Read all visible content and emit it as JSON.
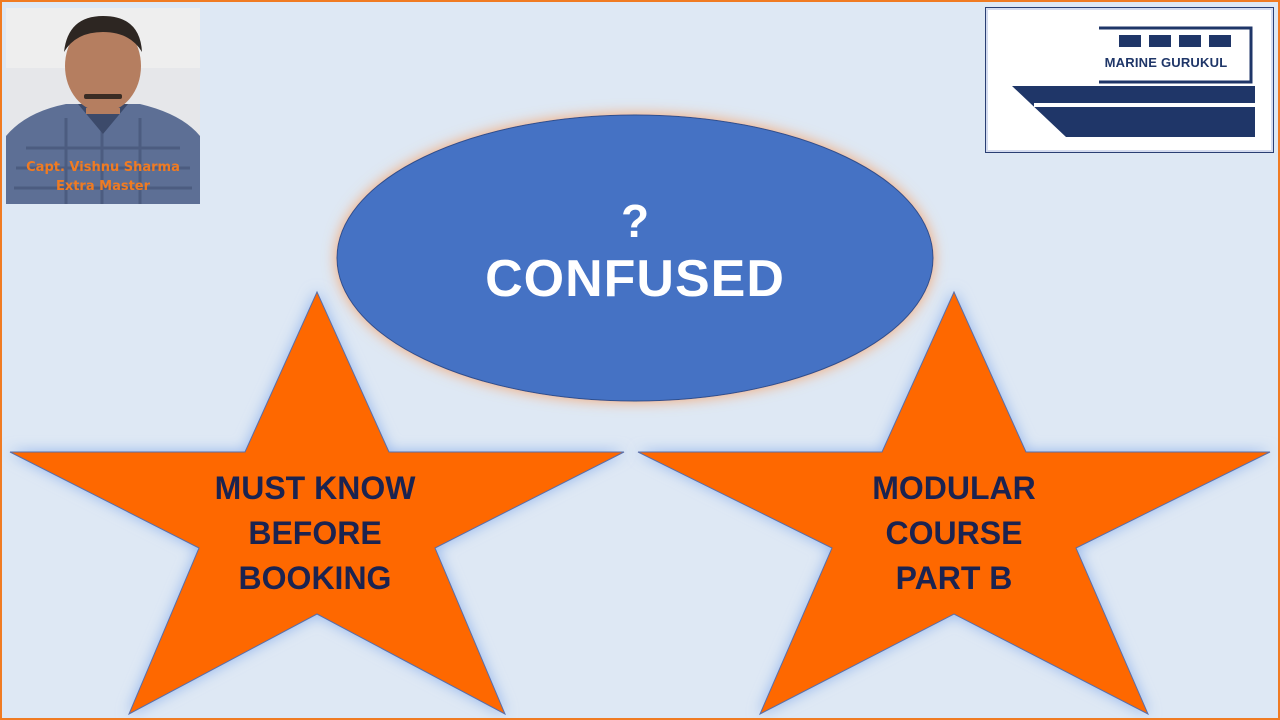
{
  "presenter": {
    "name": "Capt. Vishnu Sharma",
    "title": "Extra Master"
  },
  "logo": {
    "text": "MARINE GURUKUL",
    "icon": "ship-icon"
  },
  "center": {
    "question_mark": "?",
    "label": "CONFUSED"
  },
  "star_left": {
    "lines": [
      "MUST KNOW",
      "BEFORE",
      "BOOKING"
    ]
  },
  "star_right": {
    "lines": [
      "MODULAR",
      "COURSE",
      "PART B"
    ]
  },
  "colors": {
    "background": "#dee8f4",
    "border": "#f07b22",
    "star_fill": "#fe6702",
    "ellipse_fill": "#4472c4",
    "star_text": "#1b2350",
    "logo_navy": "#1f3668"
  }
}
